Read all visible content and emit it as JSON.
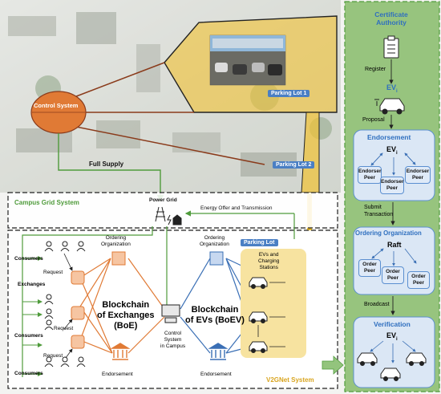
{
  "map": {
    "control_system": "Control System",
    "parking_lot_1": "Parking Lot 1",
    "parking_lot_2": "Parking Lot 2",
    "full_supply": "Full Supply"
  },
  "grid": {
    "campus_grid_system": "Campus Grid System",
    "power_grid": "Power Grid",
    "energy_offer": "Energy Offer and Transmission"
  },
  "v2g": {
    "consumers_top": "Consumers",
    "request_1": "Request",
    "exchanges": "Exchanges",
    "request_2": "Request",
    "consumers_mid": "Consumers",
    "request_3": "Request",
    "consumers_bottom": "Consumers",
    "ordering_org_boe": "Ordering\nOrganization",
    "blockchain_boe": "Blockchain\nof Exchanges\n(BoE)",
    "endorsement_boe": "Endorsement",
    "control_campus": "Control\nSystem\nin Campus",
    "ordering_org_boev": "Ordering\nOrganization",
    "blockchain_boev": "Blockchain\nof EVs (BoEV)",
    "endorsement_boev": "Endorsement",
    "parking_lot": "Parking Lot",
    "evs_stations": "EVs and\nCharging\nStations",
    "system_name": "V2GNet System"
  },
  "flow": {
    "certificate_authority": "Certificate\nAuthority",
    "register": "Register",
    "ev_i_label": "EV",
    "ev_i_sub": "i",
    "proposal": "Proposal",
    "endorsement_title": "Endorsement",
    "endorser_peer_1": "Endorser\nPeer",
    "endorser_peer_2": "Endorser\nPeer",
    "endorser_peer_3": "Endorser\nPeer",
    "submit_transaction": "Submit\nTransaction",
    "ordering_title": "Ordering Organization",
    "raft": "Raft",
    "order_peer_1": "Order\nPeer",
    "order_peer_2": "Order\nPeer",
    "order_peer_3": "Order\nPeer",
    "broadcast": "Broadcast",
    "verification_title": "Verification"
  },
  "colors": {
    "accent_blue": "#2f6fbf",
    "orange": "#e07a35",
    "yellow": "#f1c232",
    "green": "#5aa044"
  }
}
